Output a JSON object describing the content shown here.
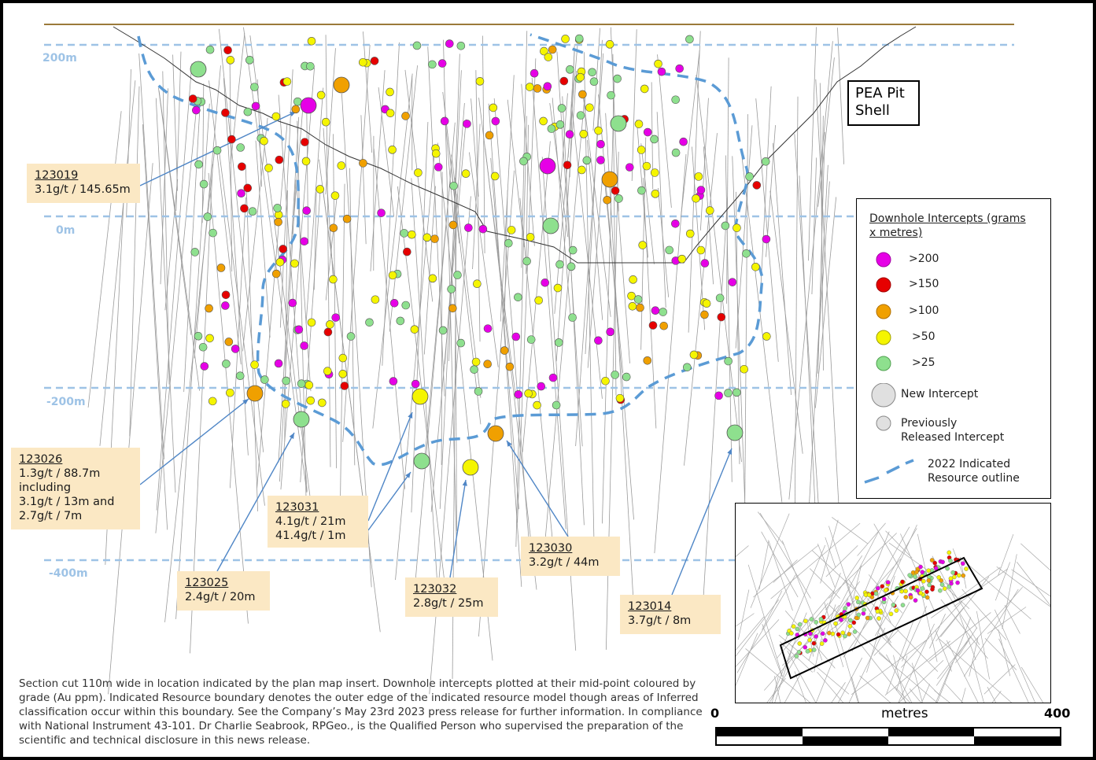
{
  "elevations": [
    "200m",
    "0m",
    "-200m",
    "-400m"
  ],
  "pit_label": [
    "PEA Pit",
    "Shell"
  ],
  "callouts": [
    {
      "hole": "123019",
      "lines": [
        "3.1g/t / 145.65m"
      ]
    },
    {
      "hole": "123026",
      "lines": [
        "1.3g/t / 88.7m",
        "including",
        "3.1g/t / 13m and",
        "2.7g/t / 7m"
      ]
    },
    {
      "hole": "123031",
      "lines": [
        "4.1g/t / 21m",
        "41.4g/t / 1m"
      ]
    },
    {
      "hole": "123025",
      "lines": [
        "2.4g/t / 20m"
      ]
    },
    {
      "hole": "123032",
      "lines": [
        "2.8g/t / 25m"
      ]
    },
    {
      "hole": "123030",
      "lines": [
        "3.2g/t / 44m"
      ]
    },
    {
      "hole": "123014",
      "lines": [
        "3.7g/t / 8m"
      ]
    }
  ],
  "legend": {
    "title": "Downhole Intercepts (grams x metres)",
    "grades": [
      {
        "label": ">200",
        "color": "#e600e6"
      },
      {
        "label": ">150",
        "color": "#e60000"
      },
      {
        "label": ">100",
        "color": "#f0a000"
      },
      {
        "label": ">50",
        "color": "#f5f500"
      },
      {
        "label": ">25",
        "color": "#8ee08e"
      }
    ],
    "new_intercept": "New Intercept",
    "previous_intercept": [
      "Previously",
      "Released Intercept"
    ],
    "resource_outline": [
      "2022 Indicated",
      "Resource outline"
    ]
  },
  "notes": "Section cut 110m wide in location indicated by the plan map insert. Downhole intercepts plotted at their mid-point coloured by grade (Au ppm). Indicated Resource boundary denotes the outer edge of the indicated resource model though areas of Inferred classification occur within this boundary. See the Company’s May 23rd 2023 press release for further information. In compliance with National Instrument 43-101. Dr Charlie Seabrook, RPGeo., is the Qualified Person who supervised the preparation of the scientific and technical disclosure in this news release.",
  "scale": {
    "zero": "0",
    "unit": "metres",
    "max": "400"
  },
  "colors": {
    "elevation_line": "#9ec3e6",
    "outline": "#5b9bd5",
    "callout_bg": "#fbe8c4",
    "leader": "#4f86c6"
  }
}
